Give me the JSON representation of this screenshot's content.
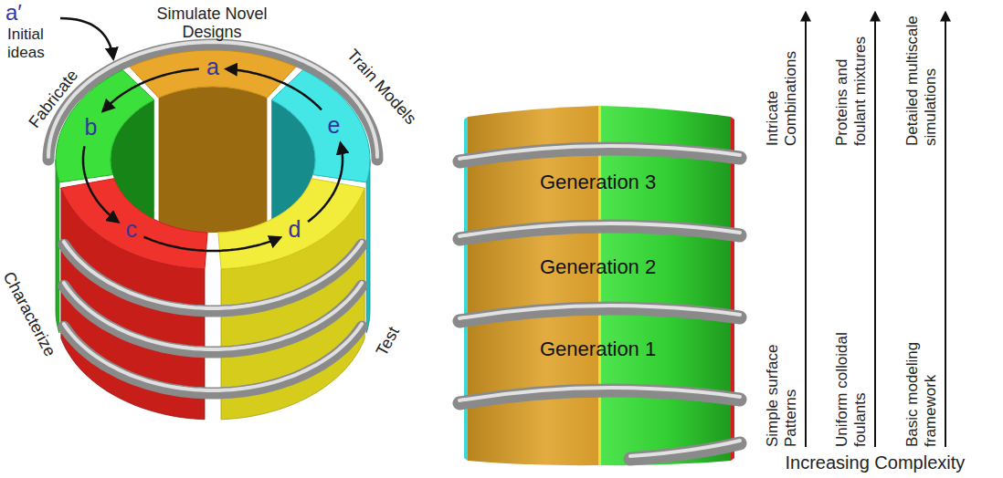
{
  "diagram": {
    "nodes": [
      {
        "text": [
          "Simulate Novel Designs",
          "a"
        ]
      },
      {
        "text": [
          "Fabricate",
          "b"
        ]
      },
      {
        "text": [
          "Characterize",
          "c"
        ]
      },
      {
        "text": [
          "Test",
          "d"
        ]
      },
      {
        "text": [
          "Train Models",
          "e"
        ]
      },
      {
        "text": [
          "Generation 3"
        ]
      },
      {
        "text": [
          "Generation 2"
        ]
      },
      {
        "text": [
          "Generation 1"
        ]
      }
    ],
    "edges": [
      {
        "from": 0,
        "to": 1,
        "arrow": "to"
      },
      {
        "from": 1,
        "to": 2,
        "arrow": "to"
      },
      {
        "from": 2,
        "to": 3,
        "arrow": "to"
      },
      {
        "from": 3,
        "to": 4,
        "arrow": "to"
      },
      {
        "from": 4,
        "to": 0,
        "arrow": "to"
      }
    ],
    "labels": [
      "a′",
      "Initial ideas",
      "Intricate Combinations",
      "Proteins and foulant mixtures",
      "Detailed multiscale simulations",
      "Simple surface Patterns",
      "Uniform colloidal foulants",
      "Basic modeling framework",
      "Increasing Complexity"
    ]
  }
}
